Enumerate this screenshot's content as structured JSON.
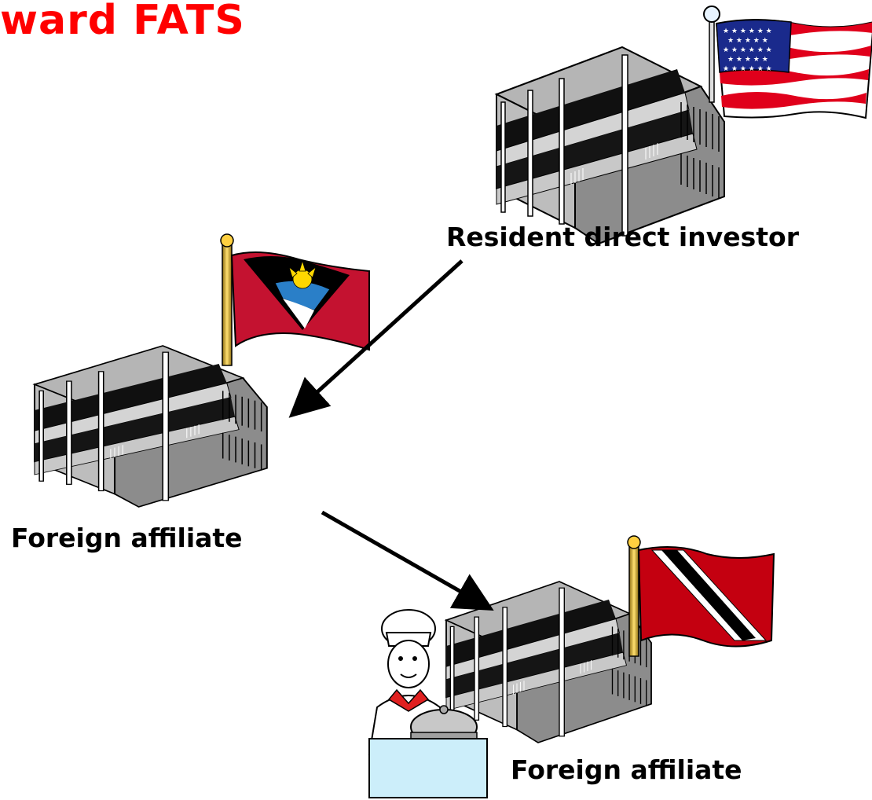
{
  "title": "ward FATS",
  "nodes": {
    "investor": {
      "label": "Resident direct investor",
      "flag": "usa-flag-icon"
    },
    "affiliate1": {
      "label": "Foreign affiliate",
      "flag": "antigua-flag-icon"
    },
    "affiliate2": {
      "label": "Foreign affiliate",
      "flag": "trinidad-flag-icon"
    }
  },
  "colors": {
    "title": "#ff0000",
    "text": "#000000",
    "counter": "#cceefa"
  }
}
